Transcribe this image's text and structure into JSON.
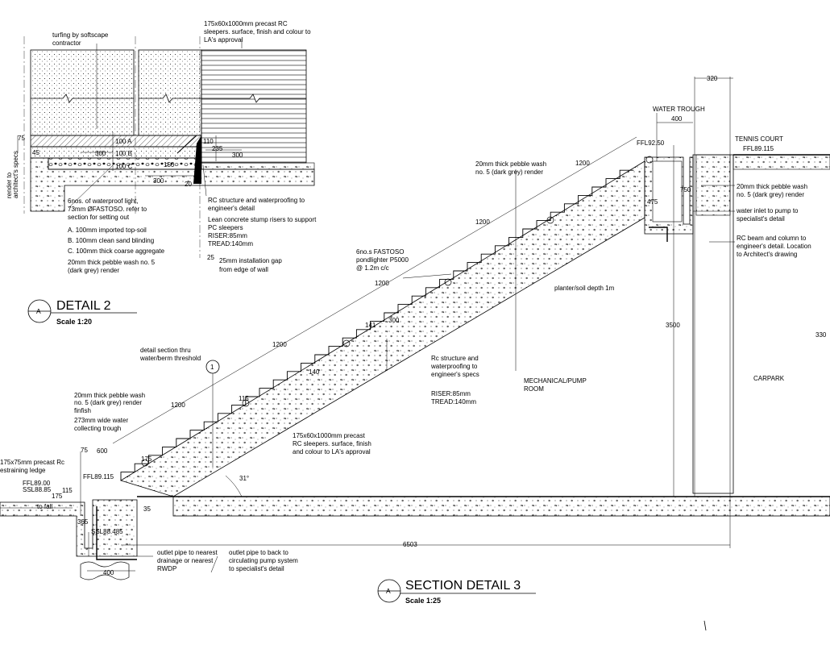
{
  "detail2": {
    "marker": "A",
    "title": "DETAIL 2",
    "scale": "Scale 1:20",
    "notes": {
      "turfing": [
        "turfing by softscape",
        "contractor"
      ],
      "sleepers": [
        "175x60x1000mm precast RC",
        "sleepers. surface, finish and colour to",
        "LA's approval"
      ],
      "render_specs": [
        "render to",
        "architect's specs"
      ],
      "lights": [
        "6nos. of waterproof light,",
        "73mm ØFASTOSO. refer to",
        "section for setting out"
      ],
      "layer_a": "A. 100mm imported top-soil",
      "layer_b": "B. 100mm clean sand blinding",
      "layer_c": "C. 100mm thick coarse aggregate",
      "pebble": [
        "20mm thick pebble wash no. 5",
        "(dark grey) render"
      ],
      "rc_structure": [
        "RC structure and waterproofing to",
        "engineer's detail"
      ],
      "lean_concrete": [
        "Lean concrete stump risers to support",
        "PC sleepers"
      ],
      "riser": "RISER:85mm",
      "tread": "TREAD:140mm",
      "gap": [
        "25mm installation gap",
        "from edge of wall"
      ]
    },
    "dims": {
      "d75": "75",
      "d45": "45",
      "d100a": "100 A",
      "d100b": "100 B",
      "d100c": "100 C",
      "d300a": "300",
      "d300b": "300",
      "d300c": "300",
      "d110": "110",
      "d235": "235",
      "d150": "150",
      "d20": "20",
      "d25": "25"
    }
  },
  "section3": {
    "marker": "A",
    "title": "SECTION DETAIL 3",
    "scale": "Scale 1:25",
    "labels": {
      "water_trough": "WATER TROUGH",
      "tennis_court": "TENNIS COURT",
      "ffl89115_top": "FFL89.115",
      "ffl9250": "FFL92.50",
      "planter": "planter/soil depth 1m",
      "mech_room": [
        "MECHANICAL/PUMP",
        "ROOM"
      ],
      "carpark": "CARPARK",
      "section_ref": "1",
      "threshold": [
        "detail section thru",
        "water/berm threshold"
      ]
    },
    "notes": {
      "pebble_top": [
        "20mm thick pebble wash",
        "no. 5 (dark grey) render"
      ],
      "pebble_right": [
        "20mm thick pebble wash",
        "no. 5 (dark grey) render"
      ],
      "water_inlet": [
        "water inlet to pump to",
        "specialist's detail"
      ],
      "rc_beam": [
        "RC beam and column to",
        "engineer's detail. Location",
        "to Architect's drawing"
      ],
      "pondlighter": [
        "6no.s FASTOSO",
        "pondlighter P5000",
        "@ 1.2m c/c"
      ],
      "rc_struct": [
        "Rc structure and",
        "waterproofing to",
        "engineer's specs"
      ],
      "riser": "RISER:85mm",
      "tread": "TREAD:140mm",
      "pebble_left": [
        "20mm thick pebble wash",
        "no. 5 (dark grey) render",
        "finfish",
        "273mm wide water",
        "collecting trough"
      ],
      "sleepers": [
        "175x60x1000mm precast",
        "RC sleepers. surface, finish",
        "and colour to LA's approval"
      ],
      "ledge": [
        "175x75mm  precast Rc",
        "estraining ledge"
      ],
      "to_fall": "to fall",
      "outlet1": [
        "outlet pipe to nearest",
        "drainage or nearest",
        "RWDP"
      ],
      "outlet2": [
        "outlet pipe to back to",
        "circulating pump system",
        "to specialist's detail"
      ]
    },
    "levels": {
      "ffl8900": "FFL89.00",
      "ssl8885": "SSL88.85",
      "ffl89115": "FFL89.115",
      "ssl88485": "SSL88.485"
    },
    "dims": {
      "d320": "320",
      "d400top": "400",
      "d750": "750",
      "d475": "475",
      "d3500": "3500",
      "d330": "330",
      "d1200a": "1200",
      "d1200b": "1200",
      "d1200c": "1200",
      "d1200d": "1200",
      "d1200e": "1200",
      "d300": "300",
      "d141": "141",
      "d140": "140",
      "d115": "115",
      "d75": "75",
      "d600": "600",
      "d175a": "175",
      "d115b": "115",
      "d175b": "175",
      "d365": "365",
      "d35": "35",
      "d31": "31°",
      "d6503": "6503",
      "d400bot": "400"
    }
  }
}
